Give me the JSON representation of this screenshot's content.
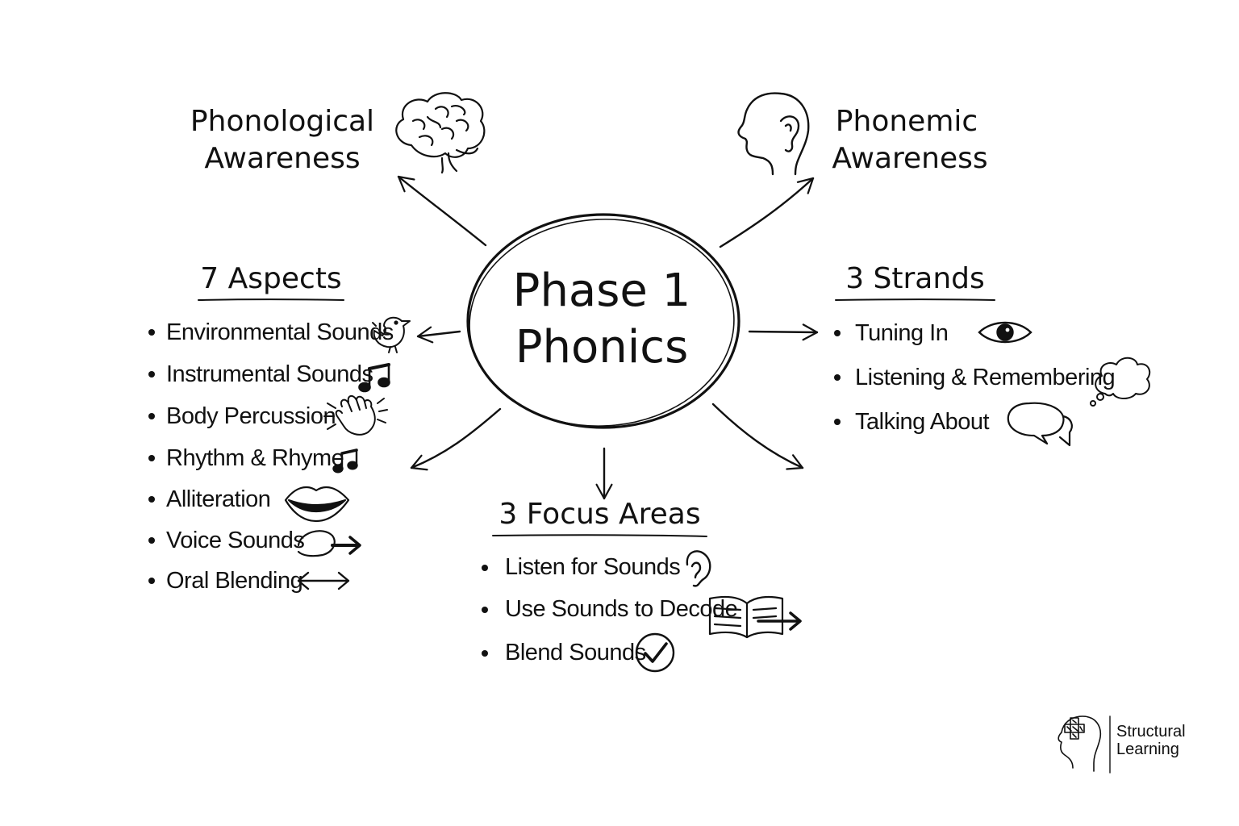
{
  "center": {
    "line1": "Phase 1",
    "line2": "Phonics"
  },
  "phonological": {
    "line1": "Phonological",
    "line2": "Awareness",
    "icon": "brain-icon"
  },
  "phonemic": {
    "line1": "Phonemic",
    "line2": "Awareness",
    "icon": "head-ear-icon"
  },
  "aspects": {
    "title": "7 Aspects",
    "items": [
      {
        "label": "Environmental Sounds",
        "icon": "bird-icon"
      },
      {
        "label": "Instrumental Sounds",
        "icon": "music-note-icon"
      },
      {
        "label": "Body Percussion",
        "icon": "clapping-hands-icon"
      },
      {
        "label": "Rhythm & Rhyme",
        "icon": "music-note-icon"
      },
      {
        "label": "Alliteration",
        "icon": "lips-icon"
      },
      {
        "label": "Voice Sounds",
        "icon": "voice-arrow-icon"
      },
      {
        "label": "Oral Blending",
        "icon": "double-arrow-icon"
      }
    ]
  },
  "strands": {
    "title": "3 Strands",
    "items": [
      {
        "label": "Tuning In",
        "icon": "eye-icon"
      },
      {
        "label": "Listening & Remembering",
        "icon": "thought-bubble-icon"
      },
      {
        "label": "Talking About",
        "icon": "speech-bubbles-icon"
      }
    ]
  },
  "focus": {
    "title": "3 Focus Areas",
    "items": [
      {
        "label": "Listen for Sounds",
        "icon": "ear-icon"
      },
      {
        "label": "Use Sounds to Decode",
        "icon": "open-book-icon"
      },
      {
        "label": "Blend Sounds",
        "icon": "checkmark-circle-icon"
      }
    ]
  },
  "brand": {
    "line1": "Structural",
    "line2": "Learning",
    "icon": "structural-learning-logo-icon"
  },
  "colors": {
    "ink": "#111111",
    "background": "#ffffff"
  }
}
